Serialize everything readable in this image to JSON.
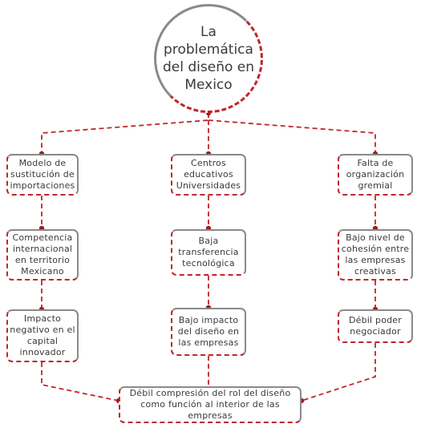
{
  "title": "La\nproblemática\ndel diseño en\nMexico",
  "colors": {
    "connector": "#c0262c",
    "border": "#8a8a8a",
    "text": "#3a3a3a"
  },
  "columns": {
    "left": [
      "Modelo de\nsustitución de\nimportaciones",
      "Competencia\ninternacional\nen territorio\nMexicano",
      "Impacto\nnegativo en el\ncapital\ninnovador"
    ],
    "center": [
      "Centros\neducativos\nUniversidades",
      "Baja\ntransferencia\ntecnológica",
      "Bajo impacto\ndel diseño en\nlas empresas"
    ],
    "right": [
      "Falta de\norganización\ngremial",
      "Bajo nivel de\ncohesión entre\nlas empresas\ncreativas",
      "Débil poder\nnegociador"
    ]
  },
  "conclusion": "Débil compresión del rol del diseño\ncomo función al interior de las empresas"
}
